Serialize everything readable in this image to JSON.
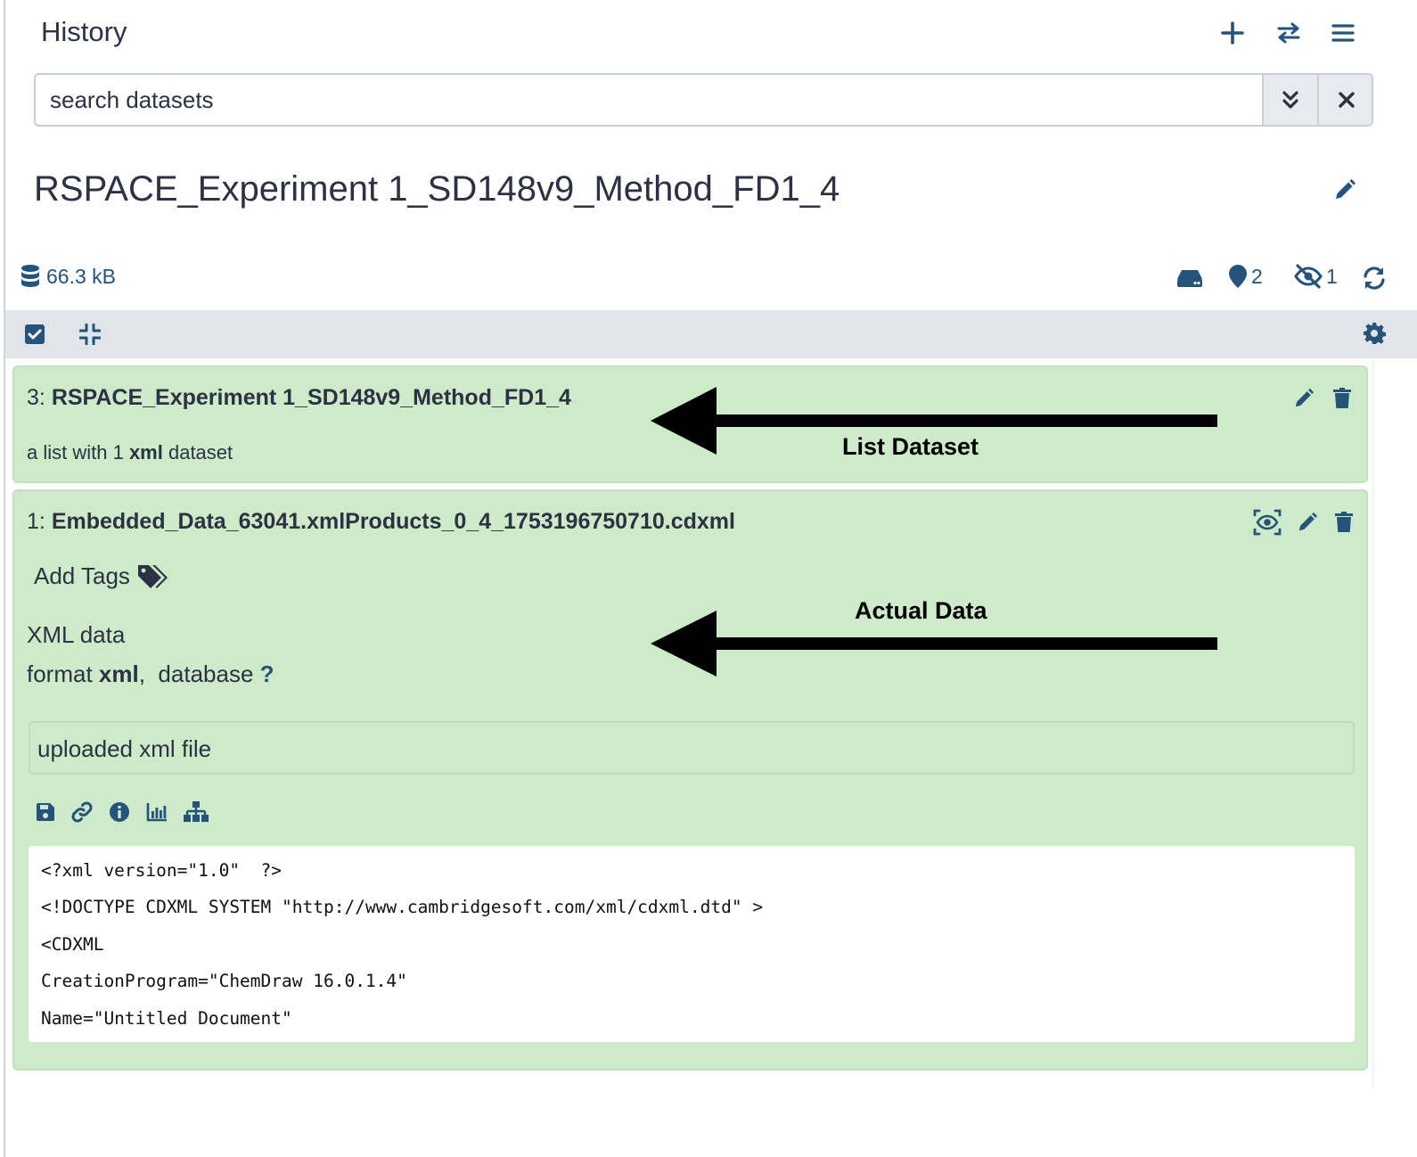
{
  "header": {
    "title": "History",
    "search_placeholder": "search datasets",
    "history_name": "RSPACE_Experiment 1_SD148v9_Method_FD1_4",
    "size": "66.3 kB",
    "deleted_count": "2",
    "hidden_count": "1"
  },
  "items": [
    {
      "hid": "3:",
      "name": "RSPACE_Experiment 1_SD148v9_Method_FD1_4",
      "description_prefix": "a list with 1 ",
      "description_format": "xml",
      "description_suffix": " dataset"
    },
    {
      "hid": "1:",
      "name": "Embedded_Data_63041.xmlProducts_0_4_1753196750710.cdxml",
      "add_tags_label": "Add Tags",
      "datatype_label": "XML data",
      "format_prefix": "format ",
      "format_value": "xml",
      "format_sep": ",",
      "database_label": "database",
      "database_value": "?",
      "info": "uploaded xml file",
      "peek": [
        "<?xml version=\"1.0\"  ?>",
        "<!DOCTYPE CDXML SYSTEM \"http://www.cambridgesoft.com/xml/cdxml.dtd\" >",
        "<CDXML",
        "CreationProgram=\"ChemDraw 16.0.1.4\"",
        "Name=\"Untitled Document\""
      ]
    }
  ],
  "annotations": {
    "list_label": "List Dataset",
    "actual_label": "Actual Data"
  },
  "colors": {
    "item_ok_bg": "#cdebc9",
    "accent": "#25537b",
    "toolbar_bg": "#e1e4e9"
  }
}
